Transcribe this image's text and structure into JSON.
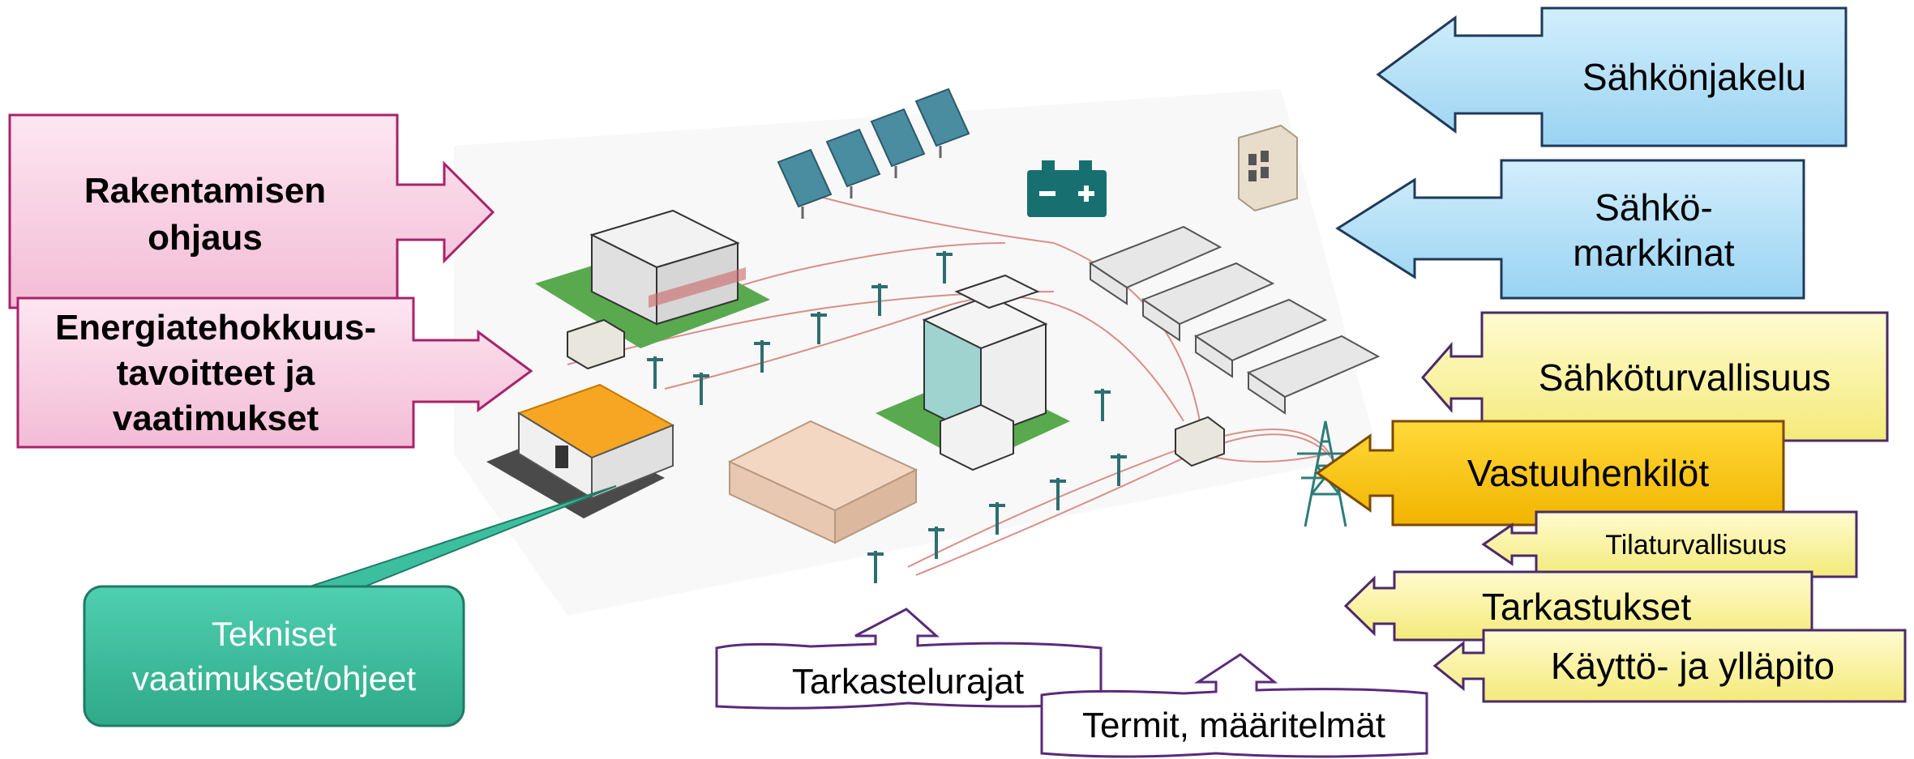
{
  "left_callouts": {
    "rakentaminen": [
      "Rakentamisen",
      "ohjaus"
    ],
    "energia": [
      "Energiatehokkuus-",
      "tavoitteet ja",
      "vaatimukset"
    ],
    "tekniset": [
      "Tekniset",
      "vaatimukset/ohjeet"
    ]
  },
  "right_callouts": {
    "sahkonjakelu": "Sähkönjakelu",
    "sahkomarkkinat": [
      "Sähkö-",
      "markkinat"
    ],
    "sahkoturvallisuus": "Sähköturvallisuus",
    "vastuuhenkilot": "Vastuuhenkilöt",
    "tilaturvallisuus": "Tilaturvallisuus",
    "tarkastukset": "Tarkastukset",
    "kaytto": "Käyttö- ja ylläpito"
  },
  "bottom_callouts": {
    "tarkastelurajat": "Tarkastelurajat",
    "termit": "Termit, määritelmät"
  },
  "colors": {
    "pink_fill": "#f9d3e7",
    "pink_border": "#a8236b",
    "blue_fill": "#b8e2f8",
    "blue_border": "#1f3a5a",
    "yellow_fill": "#fbf5a6",
    "yellow_border": "#4a2a6a",
    "gold_fill": "#fcc500",
    "teal_fill": "#3cbf9f",
    "white_border": "#5a2a7a"
  }
}
